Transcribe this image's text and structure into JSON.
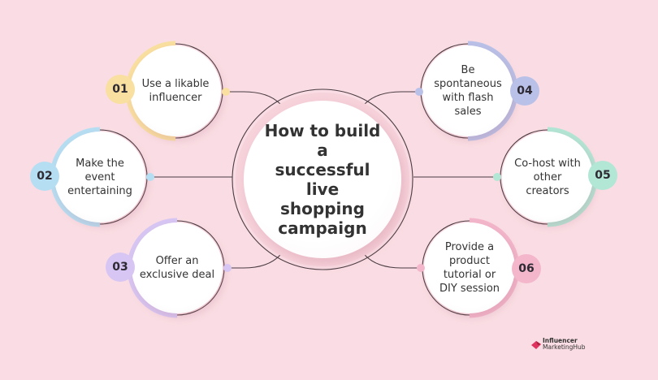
{
  "title": "How to build a successful live shopping campaign",
  "center": {
    "lines": [
      "How to build a",
      "successful live",
      "shopping",
      "campaign"
    ]
  },
  "background_color": "#fadde4",
  "steps": [
    {
      "number": "01",
      "label": "Use a likable influencer",
      "color": "#f9dfa0",
      "side": "left"
    },
    {
      "number": "02",
      "label": "Make the event entertaining",
      "color": "#b6def2",
      "side": "left"
    },
    {
      "number": "03",
      "label": "Offer an exclusive deal",
      "color": "#d7c6f3",
      "side": "left"
    },
    {
      "number": "04",
      "label": "Be spontaneous with flash sales",
      "color": "#b9c1e8",
      "side": "right"
    },
    {
      "number": "05",
      "label": "Co-host with other creators",
      "color": "#b2e6d5",
      "side": "right"
    },
    {
      "number": "06",
      "label": "Provide a product tutorial or DIY session",
      "color": "#f3b6cb",
      "side": "right"
    }
  ],
  "logo": {
    "line1": "Influencer",
    "line2": "MarketingHub",
    "accent_color": "#e0325f"
  }
}
